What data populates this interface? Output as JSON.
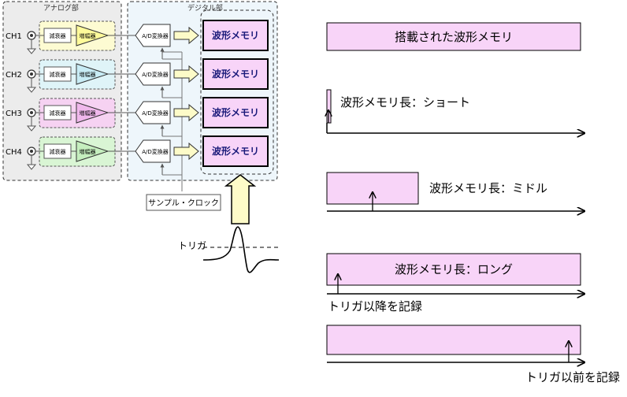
{
  "block_diagram": {
    "analog_section_title": "アナログ部",
    "digital_section_title": "デジタル部",
    "channels": [
      {
        "name": "CH1",
        "attenuator": "減衰器",
        "amplifier": "増幅器",
        "adc": "A/D変換器",
        "memory": "波形メモリ"
      },
      {
        "name": "CH2",
        "attenuator": "減衰器",
        "amplifier": "増幅器",
        "adc": "A/D変換器",
        "memory": "波形メモリ"
      },
      {
        "name": "CH3",
        "attenuator": "減衰器",
        "amplifier": "増幅器",
        "adc": "A/D変換器",
        "memory": "波形メモリ"
      },
      {
        "name": "CH4",
        "attenuator": "減衰器",
        "amplifier": "増幅器",
        "adc": "A/D変換器",
        "memory": "波形メモリ"
      }
    ],
    "channel_colors": [
      "#fdfbd2",
      "#dff4f8",
      "#f6d2f2",
      "#d9f5d4"
    ],
    "sample_clock_label": "サンプル・クロック",
    "trigger_label": "トリガ"
  },
  "memory_diagrams": {
    "installed_memory_label": "搭載された波形メモリ",
    "short_label": "波形メモリ長：ショート",
    "middle_label": "波形メモリ長：ミドル",
    "long_label": "波形メモリ長：ロング",
    "record_after_trigger": "トリガ以降を記録",
    "record_before_trigger": "トリガ以前を記録",
    "memory_fill_color": "#f8d4f8"
  }
}
